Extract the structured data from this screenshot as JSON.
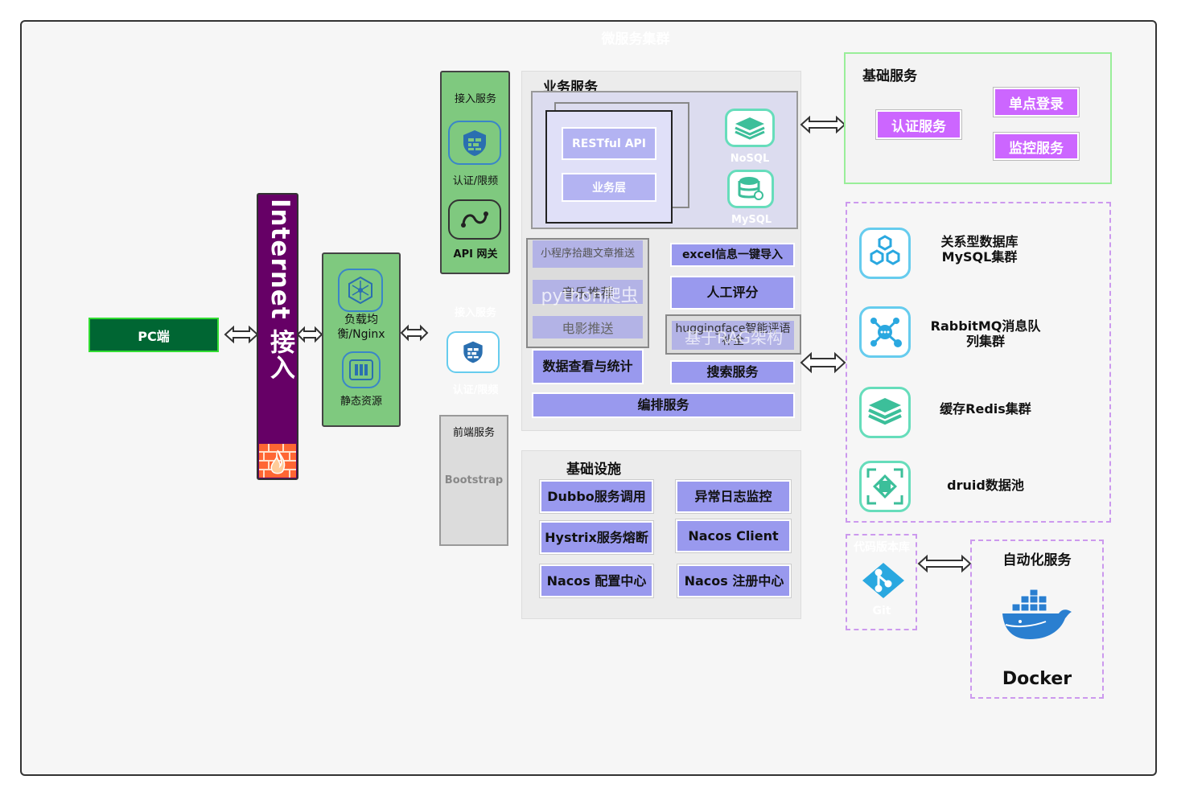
{
  "cluster": {
    "title": "微服务集群"
  },
  "pc": {
    "label": "PC端"
  },
  "internet": {
    "label": "Internet 接入"
  },
  "load_balance": {
    "label": "负载均衡/Nginx",
    "static_label": "静态资源"
  },
  "access": {
    "title": "接入服务",
    "auth_label": "认证/限频",
    "gateway_label": "API 网关"
  },
  "ghost": {
    "access_title": "接入服务",
    "auth_label": "认证/限频"
  },
  "frontend": {
    "title": "前端服务",
    "tech": "Bootstrap"
  },
  "business": {
    "title": "业务服务",
    "restful": "RESTful API",
    "layer": "业务层",
    "nosql": "NoSQL",
    "mysql": "MySQL",
    "miniprogram": "小程序拾趣文章推送",
    "music": "音乐推荐",
    "music_overlay": "python爬虫",
    "movie": "电影推送",
    "excel": "excel信息一键导入",
    "manual": "人工评分",
    "hf": "huggingface智能评语补全",
    "hf_overlay": "基于RAG架构",
    "stats": "数据查看与统计",
    "search": "搜索服务",
    "orchestration": "编排服务"
  },
  "infra": {
    "title": "基础设施",
    "items": [
      "Dubbo服务调用",
      "异常日志监控",
      "Hystrix服务熔断",
      "Nacos Client",
      "Nacos 配置中心",
      "Nacos 注册中心"
    ]
  },
  "base_services": {
    "title": "基础服务",
    "auth": "认证服务",
    "sso": "单点登录",
    "monitor": "监控服务"
  },
  "data_cluster": {
    "items": [
      {
        "label": "关系型数据库MySQL集群",
        "icon": "hexagons-icon"
      },
      {
        "label": "RabbitMQ消息队列集群",
        "icon": "network-hub-icon"
      },
      {
        "label": "缓存Redis集群",
        "icon": "stack-layers-icon"
      },
      {
        "label": "druid数据池",
        "icon": "frame-icon"
      }
    ]
  },
  "vcs": {
    "title": "代码版本库",
    "git": "Git"
  },
  "automation": {
    "title": "自动化服务",
    "docker": "Docker"
  },
  "colors": {
    "pc": "#006633",
    "internet": "#660066",
    "green": "#7fc97f",
    "purple": "#9999ee",
    "magenta": "#cc66ff",
    "dashed": "#cc99ee"
  }
}
